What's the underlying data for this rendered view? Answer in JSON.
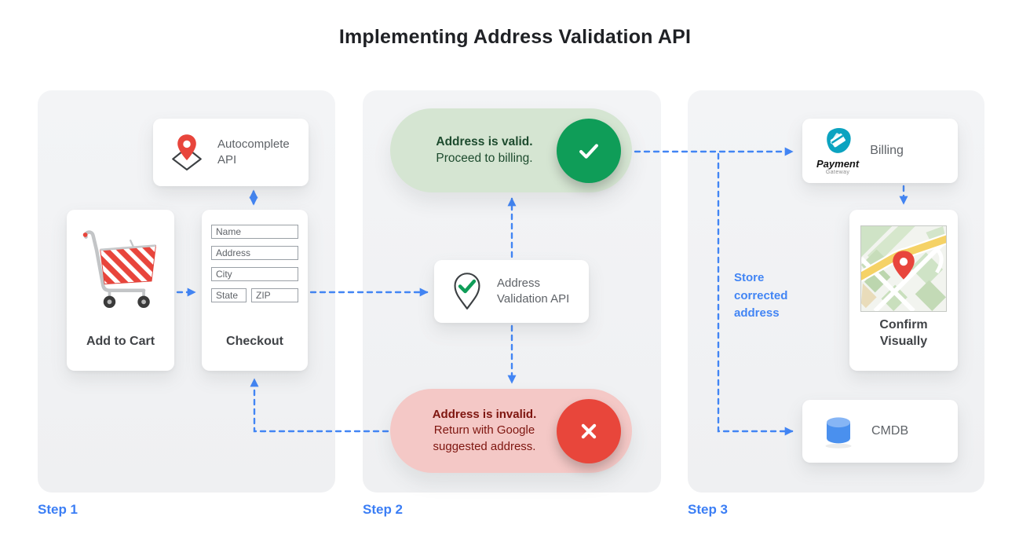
{
  "title": "Implementing Address Validation API",
  "colors": {
    "accent_blue": "#4285F4",
    "step_label_blue": "#3B7EF5",
    "valid_green": "#0F9D58",
    "valid_pill_bg": "#D5E5D2",
    "valid_text": "#1D4B2E",
    "invalid_red": "#E8463B",
    "invalid_pill_bg": "#F4C8C6",
    "invalid_text": "#7E150F",
    "panel_bg": "#F1F2F4",
    "card_bg": "#FFFFFF",
    "gray_text": "#5F6368",
    "dark_text": "#404347",
    "gateway_teal": "#0CA3C0",
    "cmdb_blue": "#4A90EE"
  },
  "steps": {
    "step1": "Step 1",
    "step2": "Step 2",
    "step3": "Step 3"
  },
  "step1": {
    "autocomplete_label": "Autocomplete API",
    "add_to_cart_label": "Add to Cart",
    "checkout_label": "Checkout",
    "form_fields": {
      "name": "Name",
      "address": "Address",
      "city": "City",
      "state": "State",
      "zip": "ZIP"
    }
  },
  "step2": {
    "valid_title": "Address is valid.",
    "valid_sub": "Proceed to billing.",
    "api_label": "Address Validation API",
    "invalid_title": "Address is invalid.",
    "invalid_sub": "Return with Google suggested address."
  },
  "step3": {
    "billing_label": "Billing",
    "gateway_name": "Payment",
    "gateway_sub": "Gateway",
    "store_note": "Store corrected address",
    "confirm_label": "Confirm Visually",
    "cmdb_label": "CMDB"
  }
}
